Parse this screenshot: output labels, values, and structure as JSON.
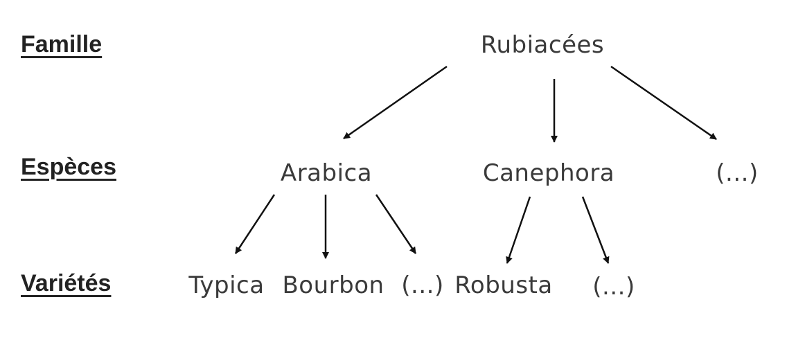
{
  "row_labels": {
    "famille": "Famille",
    "especes": "Espèces",
    "varietes": "Variétés"
  },
  "nodes": {
    "rubiacees": "Rubiacées",
    "arabica": "Arabica",
    "canephora": "Canephora",
    "especes_more": "(...)",
    "typica": "Typica",
    "bourbon": "Bourbon",
    "arabica_more": "(...)",
    "robusta": "Robusta",
    "canephora_more": "(...)"
  }
}
